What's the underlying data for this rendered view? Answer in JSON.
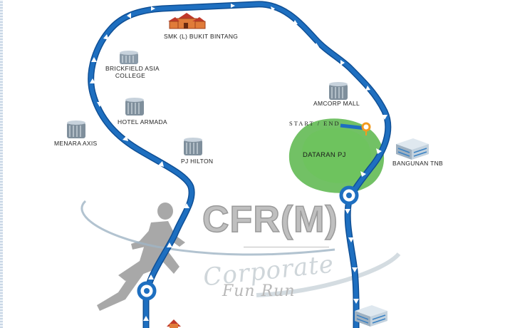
{
  "colors": {
    "route": "#1e6fc0",
    "route_edge": "#0f4f95",
    "arrow": "#ffffff",
    "start_marker": "#f39a1e",
    "dataran_green": "#59b64a",
    "building": "#8a9aa8",
    "school_roof": "#c0392b",
    "logo_gray": "#bfbfbf"
  },
  "landmarks": [
    {
      "id": "smk",
      "label": "SMK (L) BUKIT BINTANG",
      "icon": "school-building-icon"
    },
    {
      "id": "brickfield",
      "label_lines": [
        "BRICKFIELD ASIA",
        "COLLEGE"
      ],
      "icon": "office-building-icon"
    },
    {
      "id": "hotel_armada",
      "label": "HOTEL ARMADA",
      "icon": "office-building-icon"
    },
    {
      "id": "menara_axis",
      "label": "MENARA AXIS",
      "icon": "office-building-icon"
    },
    {
      "id": "pj_hilton",
      "label": "PJ HILTON",
      "icon": "office-building-icon"
    },
    {
      "id": "amcorp",
      "label": "AMCORP MALL",
      "icon": "office-building-icon"
    },
    {
      "id": "bangunan_tnb",
      "label": "BANGUNAN TNB",
      "icon": "office-building-icon"
    }
  ],
  "start_end": {
    "label": "START / END",
    "icon": "location-pin-icon"
  },
  "park": {
    "label": "DATARAN PJ"
  },
  "logo": {
    "title": "CFR(M)",
    "script_line1": "Corporate",
    "script_line2": "Fun Run"
  },
  "route": {
    "arrow_icon": "direction-arrow-icon",
    "junction_icon": "route-junction-icon"
  }
}
